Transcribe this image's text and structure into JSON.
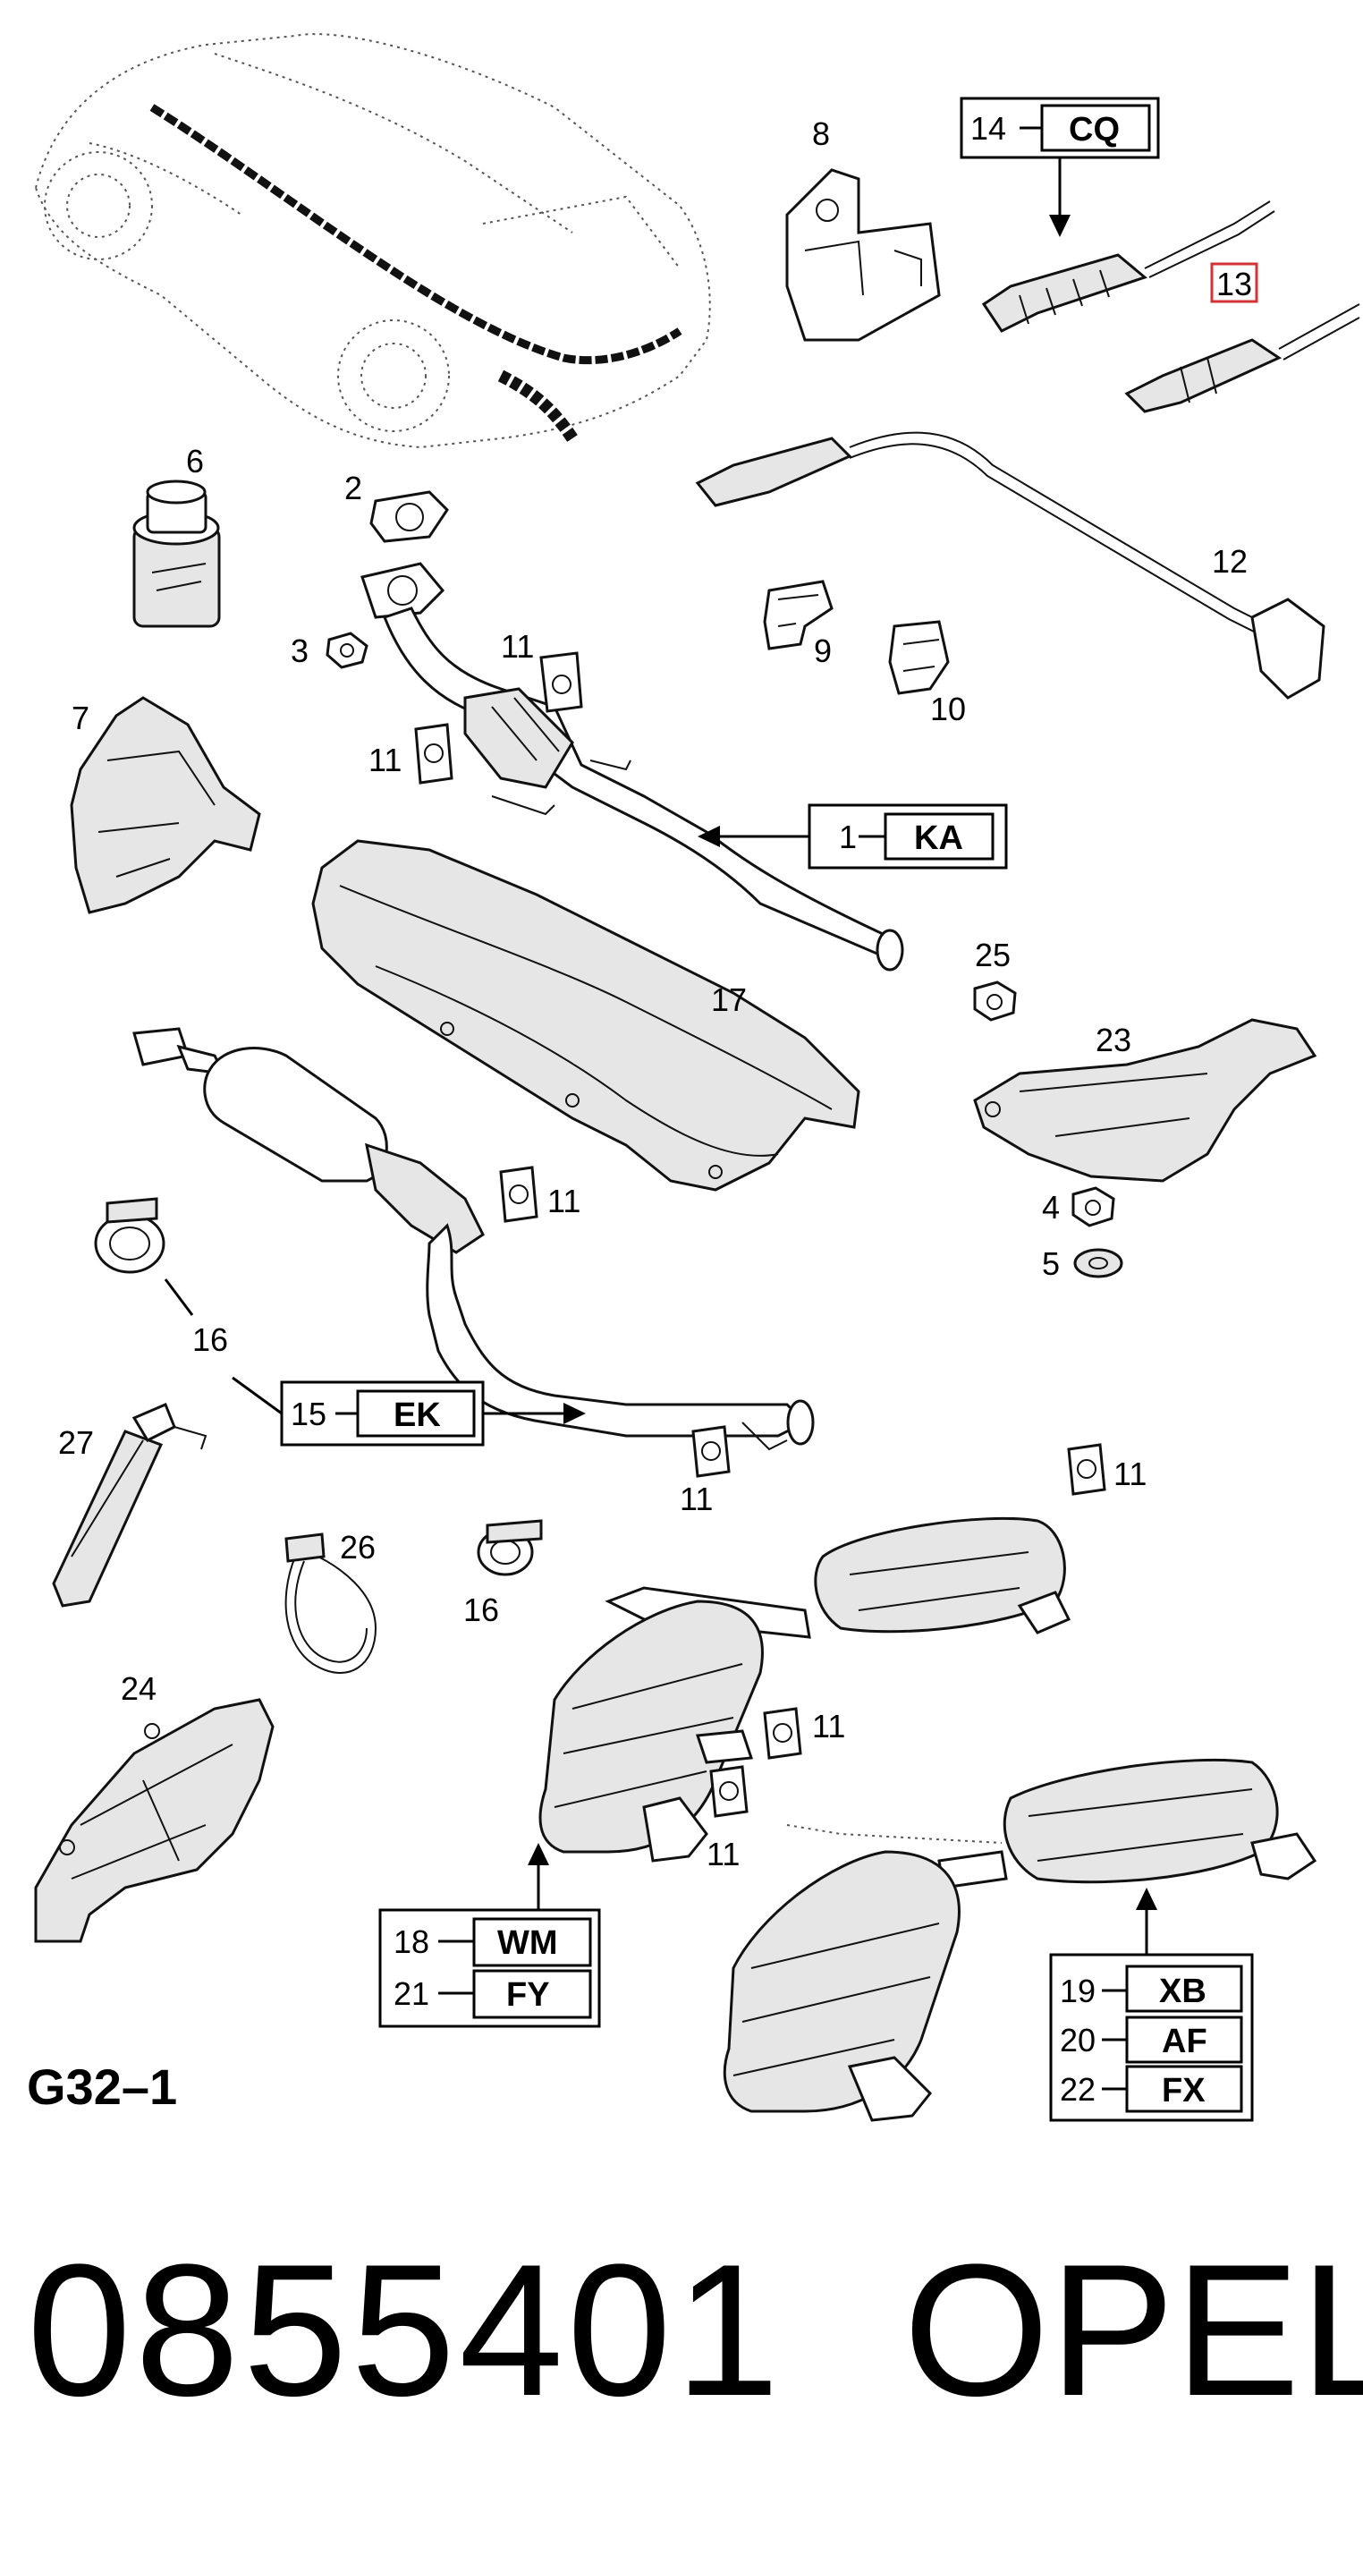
{
  "diagram": {
    "page_code": "G32–1",
    "part_number": "0855401",
    "brand": "OPEL",
    "highlight_color": "#d33333",
    "labels": {
      "l2": "2",
      "l3": "3",
      "l4": "4",
      "l5": "5",
      "l6": "6",
      "l7": "7",
      "l8": "8",
      "l9": "9",
      "l10": "10",
      "l11a": "11",
      "l11b": "11",
      "l11c": "11",
      "l11d": "11",
      "l11e": "11",
      "l11f": "11",
      "l11g": "11",
      "l12": "12",
      "l13": "13",
      "l16a": "16",
      "l16b": "16",
      "l17": "17",
      "l23": "23",
      "l24": "24",
      "l25": "25",
      "l26": "26",
      "l27": "27"
    },
    "code_boxes": {
      "cq": {
        "num": "14",
        "code": "CQ"
      },
      "ka": {
        "num": "1",
        "code": "KA"
      },
      "ek": {
        "num": "15",
        "code": "EK"
      },
      "wm": {
        "num": "18",
        "code": "WM"
      },
      "fy": {
        "num": "21",
        "code": "FY"
      },
      "xb": {
        "num": "19",
        "code": "XB"
      },
      "af": {
        "num": "20",
        "code": "AF"
      },
      "fx": {
        "num": "22",
        "code": "FX"
      }
    }
  }
}
